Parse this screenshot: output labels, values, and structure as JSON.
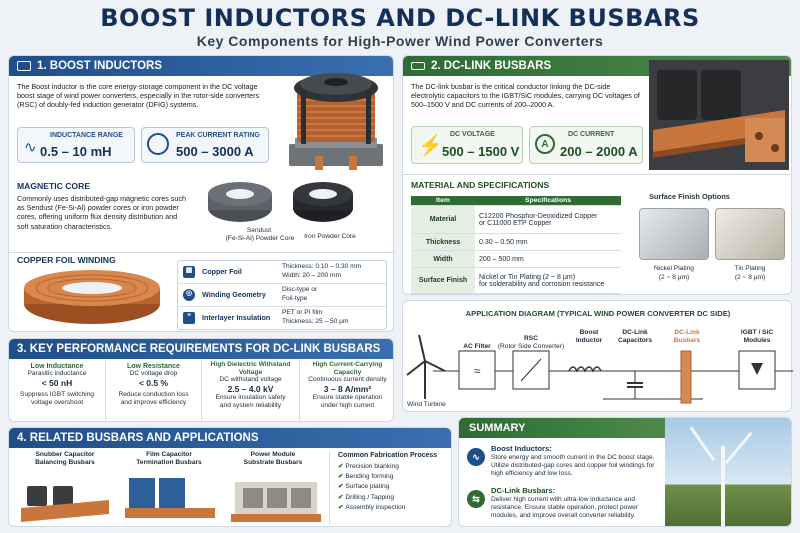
{
  "header": {
    "title": "BOOST INDUCTORS AND DC-LINK BUSBARS",
    "subtitle": "Key Components for High-Power Wind Power Converters"
  },
  "boost": {
    "title": "1. BOOST INDUCTORS",
    "desc": "The Boost inductor is the core energy-storage component in the DC voltage boost stage of wind power converters, especially in the rotor-side converters (RSC) of doubly-fed induction generator (DFIG) systems.",
    "range_label": "INDUCTANCE RANGE",
    "range_value": "0.5 – 10 mH",
    "current_label": "PEAK CURRENT RATING",
    "current_value": "500 – 3000 A",
    "core_title": "MAGNETIC CORE",
    "core_desc": "Commonly uses distributed-gap magnetic cores such as Sendust (Fe-Si-Al) powder cores or iron powder cores, offering uniform flux density distribution and soft saturation characteristics.",
    "core1": "Sendust",
    "core1b": "(Fe-Si-Al) Powder Core",
    "core2": "Iron Powder Core",
    "foil_title": "COPPER FOIL WINDING",
    "foil_rows": [
      {
        "k": "Copper Foil",
        "v1": "Thickness: 0.10 – 0.30 mm",
        "v2": "Width: 20 – 200 mm"
      },
      {
        "k": "Winding Geometry",
        "v1": "Disc-type or",
        "v2": "Foil-type"
      },
      {
        "k": "Interlayer Insulation",
        "v1": "PET or PI film",
        "v2": "Thickness: 25 – 50 μm"
      }
    ]
  },
  "dclink": {
    "title": "2. DC-LINK BUSBARS",
    "desc": "The DC-link busbar is the critical conductor linking the DC-side electrolytic capacitors to the IGBT/SiC modules, carrying DC voltages of 500–1500 V and DC currents of 200–2000 A.",
    "v_label": "DC VOLTAGE",
    "v_value": "500 – 1500 V",
    "c_label": "DC CURRENT",
    "c_value": "200 – 2000 A",
    "mat_title": "MATERIAL AND SPECIFICATIONS",
    "table_headers": [
      "Item",
      "Specifications"
    ],
    "table_rows": [
      {
        "k": "Material",
        "v1": "C12200 Phosphor-Deoxidized Copper",
        "v2": "or C11000 ETP Copper"
      },
      {
        "k": "Thickness",
        "v1": "0.30 – 0.50 mm",
        "v2": ""
      },
      {
        "k": "Width",
        "v1": "200 – 500 mm",
        "v2": ""
      },
      {
        "k": "Surface Finish",
        "v1": "Nickel or Tin Plating (2 ~ 8 μm)",
        "v2": "for solderability and corrosion resistance"
      }
    ],
    "finish_title": "Surface Finish Options",
    "finish1": "Nickel Plating",
    "finish1b": "(2 ~ 8 μm)",
    "finish2": "Tin Plating",
    "finish2b": "(2 ~ 8 μm)"
  },
  "perf": {
    "title": "3. KEY PERFORMANCE REQUIREMENTS FOR DC-LINK BUSBARS",
    "items": [
      {
        "t": "Low Inductance",
        "s": "Parasitic inductance",
        "v": "< 50 nH",
        "n1": "Suppress IGBT switching",
        "n2": "voltage overshoot"
      },
      {
        "t": "Low Resistance",
        "s": "DC voltage drop",
        "v": "< 0.5 %",
        "n1": "Reduce conduction loss",
        "n2": "and improve efficiency"
      },
      {
        "t": "High Dielectric Withstand Voltage",
        "s": "DC withstand voltage",
        "v": "2.5 – 4.0 kV",
        "n1": "Ensure insulation safety",
        "n2": "and system reliability"
      },
      {
        "t": "High Current-Carrying Capacity",
        "s": "Continuous current density",
        "v": "3 – 8 A/mm²",
        "n1": "Ensure stable operation",
        "n2": "under high current"
      }
    ]
  },
  "app": {
    "title": "APPLICATION DIAGRAM (TYPICAL WIND POWER CONVERTER DC SIDE)",
    "turbine": "Wind Turbine",
    "filter": "AC Filter",
    "rsc1": "RSC",
    "rsc2": "(Rotor Side Converter)",
    "boost1": "Boost",
    "boost2": "Inductor",
    "cap1": "DC-Link",
    "cap2": "Capacitors",
    "bus1": "DC-Link",
    "bus2": "Busbars",
    "igbt1": "IGBT / SiC",
    "igbt2": "Modules"
  },
  "related": {
    "title": "4. RELATED BUSBARS AND APPLICATIONS",
    "items": [
      {
        "a": "Snubber Capacitor",
        "b": "Balancing Busbars"
      },
      {
        "a": "Film Capacitor",
        "b": "Termination Busbars"
      },
      {
        "a": "Power Module",
        "b": "Substrate Busbars"
      }
    ],
    "process_title": "Common Fabrication Process",
    "process": [
      "Precision blanking",
      "Bending forming",
      "Surface plating",
      "Drilling / Tapping",
      "Assembly inspection"
    ]
  },
  "summary": {
    "title": "SUMMARY",
    "b_title": "Boost Inductors:",
    "b_text": "Store energy and smooth current in the DC boost stage. Utilize distributed-gap cores and copper foil windings for high efficiency and low loss.",
    "d_title": "DC-Link Busbars:",
    "d_text": "Deliver high current with ultra-low inductance and resistance. Ensure stable operation, protect power modules, and improve overall converter reliability."
  },
  "colors": {
    "blue": "#1f4e8a",
    "green": "#2e6b35",
    "copper": "#c9763d"
  }
}
